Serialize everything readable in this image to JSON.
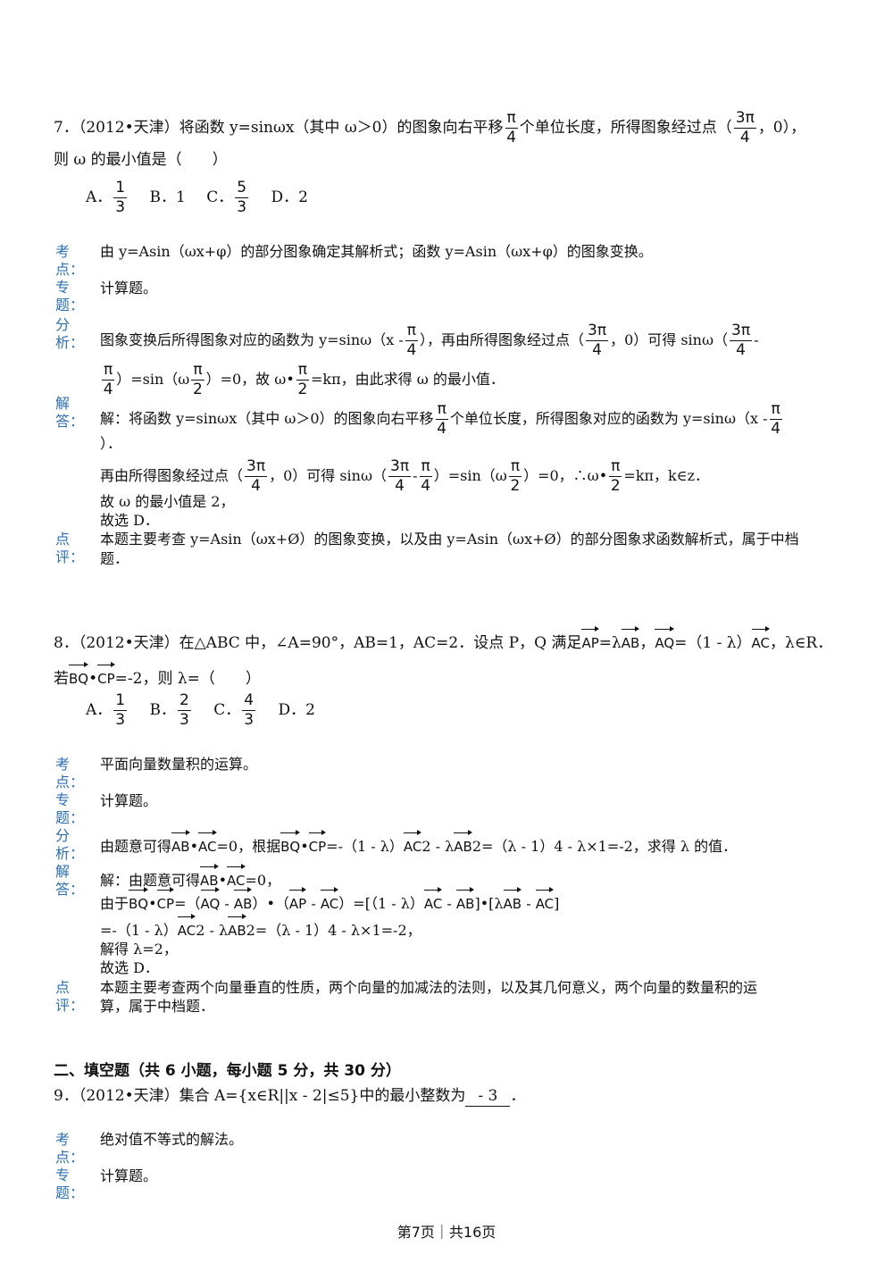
{
  "q7": {
    "stem_a": "7．（2012•天津）将函数 y=sinωx（其中 ω＞0）的图象向右平移",
    "frac1_num": "π",
    "frac1_den": "4",
    "stem_b": "个单位长度，所得图象经过点（",
    "frac2_num": "3π",
    "frac2_den": "4",
    "stem_c": "，0），",
    "stem_line2": "则 ω 的最小值是（　　）",
    "choices": [
      {
        "label": "A．",
        "num": "1",
        "den": "3"
      },
      {
        "label": "B．1"
      },
      {
        "label": "C．",
        "num": "5",
        "den": "3"
      },
      {
        "label": "D．2"
      }
    ],
    "kaodian_label": "考点：",
    "kaodian": "由 y=Asin（ωx+φ）的部分图象确定其解析式；函数 y=Asin（ωx+φ）的图象变换。",
    "zhuanti_label": "专题：",
    "zhuanti": "计算题。",
    "fenxi_label": "分析：",
    "fenxi_a": "图象变换后所得图象对应的函数为 y=sinω（x -",
    "fenxi_b": "），再由所得图象经过点（",
    "fenxi_c": "，0）可得 sinω（",
    "fenxi_d": "-",
    "fenxi_e": "）=sin（ω",
    "fenxi_f": "）=0，故 ω•",
    "fenxi_g": "=kπ，由此求得 ω 的最小值．",
    "jieda_label": "解答：",
    "jieda_1a": "解：将函数 y=sinωx（其中 ω＞0）的图象向右平移",
    "jieda_1b": "个单位长度，所得图象对应的函数为 y=sinω（x -",
    "jieda_1c": "）．",
    "jieda_2a": "再由所得图象经过点（",
    "jieda_2b": "，0）可得 sinω（",
    "jieda_2c": "-",
    "jieda_2d": "）=sin（ω",
    "jieda_2e": "）=0，∴ω•",
    "jieda_2f": "=kπ，k∈z．",
    "jieda_3": "故 ω 的最小值是 2，",
    "jieda_4": "故选 D．",
    "dianping_label": "点评：",
    "dianping_1": "本题主要考查 y=Asin（ωx+Ø）的图象变换，以及由 y=Asin（ωx+Ø）的部分图象求函数解析式，属于中档",
    "dianping_2": "题．",
    "pi": "π",
    "four": "4",
    "two": "2",
    "three_pi": "3π"
  },
  "q8": {
    "stem_a": "8．（2012•天津）在△ABC 中，∠A=90°，AB=1，AC=2．设点 P，Q 满足",
    "AP": "AP",
    "AB": "AB",
    "AQ": "AQ",
    "AC": "AC",
    "BQ": "BQ",
    "CP": "CP",
    "stem_b": "=λ",
    "stem_c": "，",
    "stem_d": "=（1 - λ）",
    "stem_e": "，λ∈R．",
    "stem2_a": "若",
    "stem2_b": "•",
    "stem2_c": "=-2，则 λ=（　　）",
    "choices": [
      {
        "label": "A．",
        "num": "1",
        "den": "3"
      },
      {
        "label": "B．",
        "num": "2",
        "den": "3"
      },
      {
        "label": "C．",
        "num": "4",
        "den": "3"
      },
      {
        "label": "D．2"
      }
    ],
    "kaodian_label": "考点：",
    "kaodian": "平面向量数量积的运算。",
    "zhuanti_label": "专题：",
    "zhuanti": "计算题。",
    "fenxi_label": "分析：",
    "fenxi_a": "由题意可得",
    "fenxi_b": "•",
    "fenxi_c": "=0，根据",
    "fenxi_d": "•",
    "fenxi_e": "=-（1 - λ）",
    "fenxi_f": "2 - λ",
    "fenxi_g": "2=（λ - 1）4 - λ×1=-2，求得 λ 的值．",
    "jieda_label": "解答：",
    "j1a": "解：由题意可得",
    "j1b": "•",
    "j1c": "=0，",
    "j2a": "由于",
    "j2b": "•",
    "j2c": "=（",
    "j2d": " - ",
    "j2e": "）•（",
    "j2f": " - ",
    "j2g": "）=[（1 - λ）",
    "j2h": " - ",
    "j2i": "]•[λ",
    "j2j": " - ",
    "j2k": "]",
    "j3a": "=-（1 - λ）",
    "j3b": "2 - λ",
    "j3c": "2=（λ - 1）4 - λ×1=-2，",
    "j4": "解得 λ=2，",
    "j5": "故选 D．",
    "dianping_label": "点评：",
    "dianping_1": "本题主要考查两个向量垂直的性质，两个向量的加减法的法则，以及其几何意义，两个向量的数量积的运",
    "dianping_2": "算，属于中档题．"
  },
  "section2": {
    "title": "二、填空题（共 6 小题，每小题 5 分，共 30 分）"
  },
  "q9": {
    "stem_a": "9．（2012•天津）集合 A={x∈R||x - 2|≤5}中的最小整数为",
    "answer": "- 3",
    "stem_b": "．",
    "kaodian_label": "考点：",
    "kaodian": "绝对值不等式的解法。",
    "zhuanti_label": "专题：",
    "zhuanti": "计算题。"
  },
  "footer": "第7页｜共16页"
}
